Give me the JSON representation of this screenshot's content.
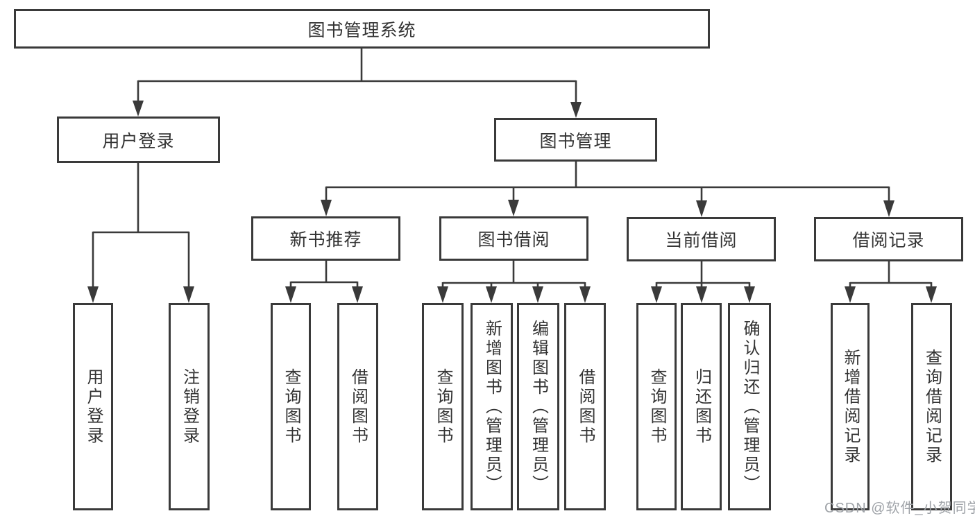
{
  "tree": {
    "label": "图书管理系统",
    "children": [
      {
        "label": "用户登录",
        "children": [
          {
            "label": "用户登录"
          },
          {
            "label": "注销登录"
          }
        ]
      },
      {
        "label": "图书管理",
        "children": [
          {
            "label": "新书推荐",
            "children": [
              {
                "label": "查询图书"
              },
              {
                "label": "借阅图书"
              }
            ]
          },
          {
            "label": "图书借阅",
            "children": [
              {
                "label": "查询图书"
              },
              {
                "label": "新增图书（管理员）"
              },
              {
                "label": "编辑图书（管理员）"
              },
              {
                "label": "借阅图书"
              }
            ]
          },
          {
            "label": "当前借阅",
            "children": [
              {
                "label": "查询图书"
              },
              {
                "label": "归还图书"
              },
              {
                "label": "确认归还（管理员）"
              }
            ]
          },
          {
            "label": "借阅记录",
            "children": [
              {
                "label": "新增借阅记录"
              },
              {
                "label": "查询借阅记录"
              }
            ]
          }
        ]
      }
    ]
  },
  "watermark": {
    "text": "CSDN @软件_小贺同学"
  },
  "colors": {
    "line": "#3a3a3a",
    "text": "#333333",
    "watermark": "#9fa3a8",
    "background": "#ffffff"
  }
}
